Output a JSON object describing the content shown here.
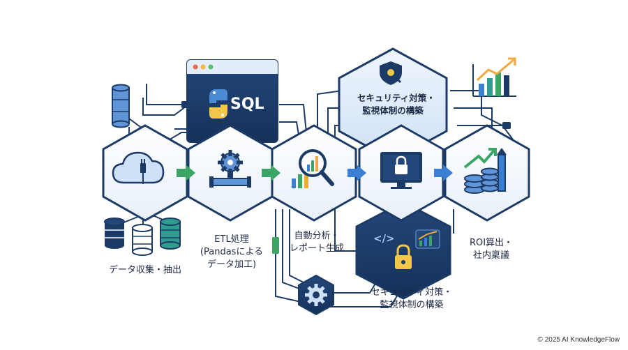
{
  "steps": [
    {
      "label": "データ収集・抽出"
    },
    {
      "label_lines": [
        "ETL処理",
        "(Pandasによる",
        "データ加工)"
      ]
    },
    {
      "label_lines": [
        "自動分析・",
        "レポート生成"
      ]
    },
    {
      "label_lines": [
        "セキュリティ対策・",
        "監視体制の構築"
      ]
    },
    {
      "label_lines": [
        "ROI算出・",
        "社内稟議"
      ]
    }
  ],
  "top_hex_label": [
    "セキュリティ対策・",
    "監視体制の構築"
  ],
  "sql_window": {
    "text": "SQL"
  },
  "code_badge": "</>",
  "credit": "© 2025 AI KnowledgeFlow",
  "colors": {
    "navy": "#1b3a66",
    "light_blue": "#dbe9f8",
    "mid_blue": "#5f95d6",
    "green_arrow": "#3aa564",
    "blue_arrow": "#3a7fd1",
    "teal": "#2f9c8f"
  }
}
